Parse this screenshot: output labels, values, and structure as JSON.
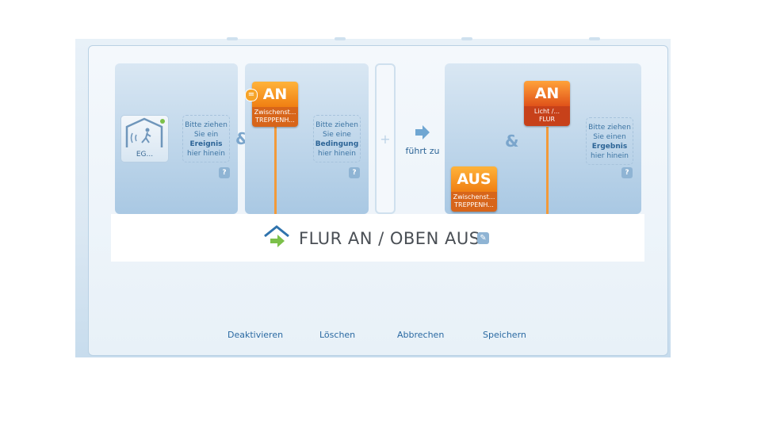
{
  "sensor": {
    "label": "EG..."
  },
  "trigger_slot": {
    "line1": "Bitte ziehen",
    "line2": "Sie ein",
    "bold": "Ereignis",
    "line3": "hier hinein"
  },
  "condition_slot": {
    "line1": "Bitte ziehen",
    "line2": "Sie eine",
    "bold": "Bedingung",
    "line3": "hier hinein"
  },
  "result_slot": {
    "line1": "Bitte ziehen",
    "line2": "Sie einen",
    "bold": "Ergebnis",
    "line3": "hier hinein"
  },
  "help_label": "?",
  "and_symbol": "&",
  "plus_symbol": "+",
  "leads_to": "führt zu",
  "condition_tag": {
    "state": "AN",
    "line1": "Zwischenst...",
    "line2": "TREPPENH...",
    "badge": "="
  },
  "result_tag_on": {
    "state": "AN",
    "line1": "Licht /...",
    "line2": "FLUR"
  },
  "result_tag_off": {
    "state": "AUS",
    "line1": "Zwischenst...",
    "line2": "TREPPENH..."
  },
  "scene": {
    "title": "FLUR AN / OBEN AUS"
  },
  "actions": {
    "deactivate": "Deaktivieren",
    "delete": "Löschen",
    "cancel": "Abbrechen",
    "save": "Speichern"
  },
  "colors": {
    "accent": "#2b6aa2",
    "tag_orange": "#f07f12",
    "tag_red": "#c7411a",
    "house_green": "#7cc04a"
  }
}
